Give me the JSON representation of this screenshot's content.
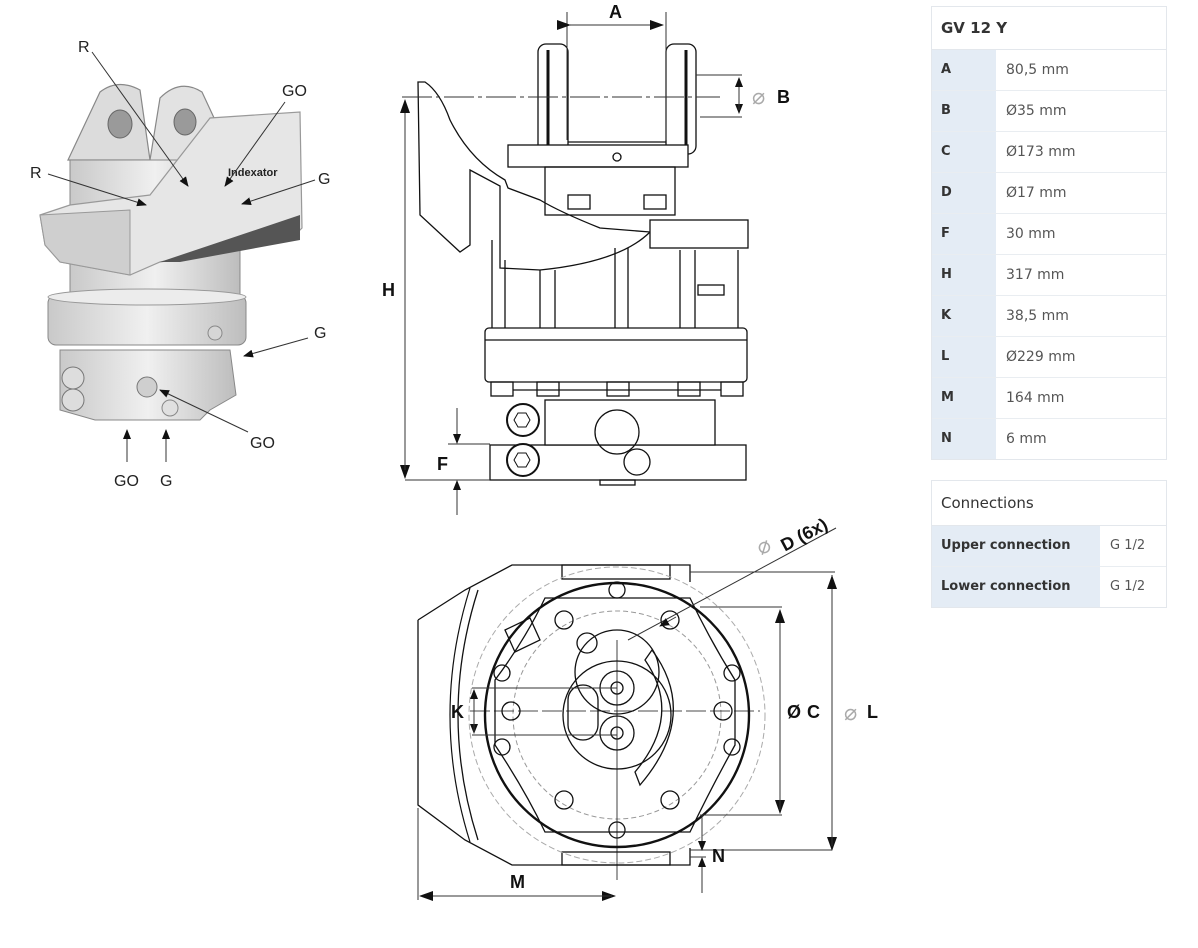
{
  "spec_table": {
    "title": "GV 12 Y",
    "rows": [
      {
        "key": "A",
        "value": "80,5 mm"
      },
      {
        "key": "B",
        "value": "Ø35 mm"
      },
      {
        "key": "C",
        "value": "Ø173 mm"
      },
      {
        "key": "D",
        "value": "Ø17 mm"
      },
      {
        "key": "F",
        "value": "30 mm"
      },
      {
        "key": "H",
        "value": "317 mm"
      },
      {
        "key": "K",
        "value": "38,5 mm"
      },
      {
        "key": "L",
        "value": "Ø229 mm"
      },
      {
        "key": "M",
        "value": "164 mm"
      },
      {
        "key": "N",
        "value": "6 mm"
      }
    ]
  },
  "connections_table": {
    "title": "Connections",
    "rows": [
      {
        "key": "Upper connection",
        "value": "G 1/2"
      },
      {
        "key": "Lower connection",
        "value": "G 1/2"
      }
    ]
  },
  "iso_view": {
    "callouts": [
      "R",
      "GO",
      "R",
      "G",
      "G",
      "GO",
      "GO",
      "G"
    ],
    "brand_mark": "Indexator"
  },
  "side_view": {
    "dims": {
      "a": "A",
      "b": "B",
      "h": "H",
      "f": "F"
    },
    "phi": "⌀"
  },
  "top_view": {
    "dims": {
      "d": "D (6x)",
      "c": "C",
      "l": "L",
      "k": "K",
      "m": "M",
      "n": "N"
    },
    "phi": "⌀",
    "phi_c": "Ø"
  }
}
